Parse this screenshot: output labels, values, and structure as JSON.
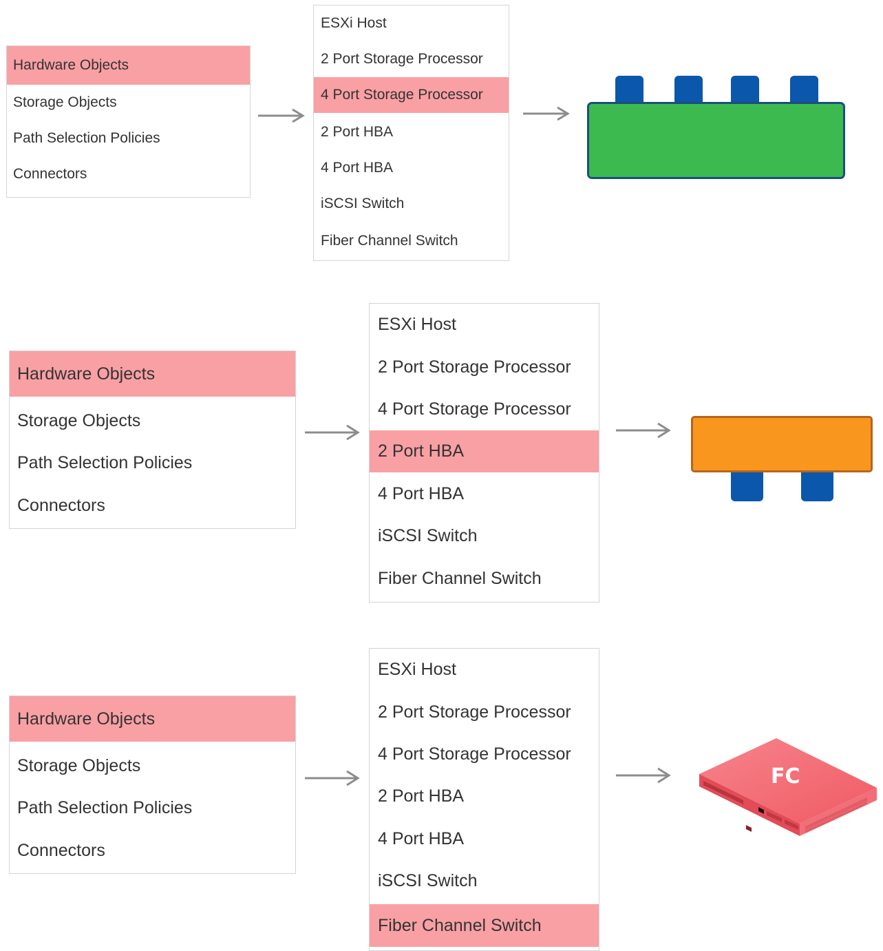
{
  "rows": [
    {
      "category_menu": {
        "items": [
          "Hardware Objects",
          "Storage Objects",
          "Path Selection Policies",
          "Connectors"
        ],
        "selected_index": 0
      },
      "hardware_menu": {
        "items": [
          "ESXi Host",
          "2 Port Storage Processor",
          "4 Port Storage Processor",
          "2 Port HBA",
          "4 Port HBA",
          "iSCSI Switch",
          "Fiber Channel Switch"
        ],
        "selected_index": 2
      },
      "result": {
        "shape": "4-port-storage-processor",
        "body_color": "#3cba4f",
        "border_color": "#1b4f7a",
        "port_color": "#0b57ac"
      }
    },
    {
      "category_menu": {
        "items": [
          "Hardware Objects",
          "Storage Objects",
          "Path Selection Policies",
          "Connectors"
        ],
        "selected_index": 0
      },
      "hardware_menu": {
        "items": [
          "ESXi Host",
          "2 Port Storage Processor",
          "4 Port Storage Processor",
          "2 Port HBA",
          "4 Port HBA",
          "iSCSI Switch",
          "Fiber Channel Switch"
        ],
        "selected_index": 3
      },
      "result": {
        "shape": "2-port-hba",
        "body_color": "#f8961e",
        "border_color": "#b5651d",
        "port_color": "#0b57ac"
      }
    },
    {
      "category_menu": {
        "items": [
          "Hardware Objects",
          "Storage Objects",
          "Path Selection Policies",
          "Connectors"
        ],
        "selected_index": 0
      },
      "hardware_menu": {
        "items": [
          "ESXi Host",
          "2 Port Storage Processor",
          "4 Port Storage Processor",
          "2 Port HBA",
          "4 Port HBA",
          "iSCSI Switch",
          "Fiber Channel Switch"
        ],
        "selected_index": 6
      },
      "result": {
        "shape": "fiber-channel-switch",
        "body_color": "#f26b73",
        "label": "FC"
      }
    }
  ],
  "colors": {
    "selected_bg": "#f9a0a4",
    "arrow": "#8c8c8c",
    "panel_border": "#d4d4d4"
  }
}
